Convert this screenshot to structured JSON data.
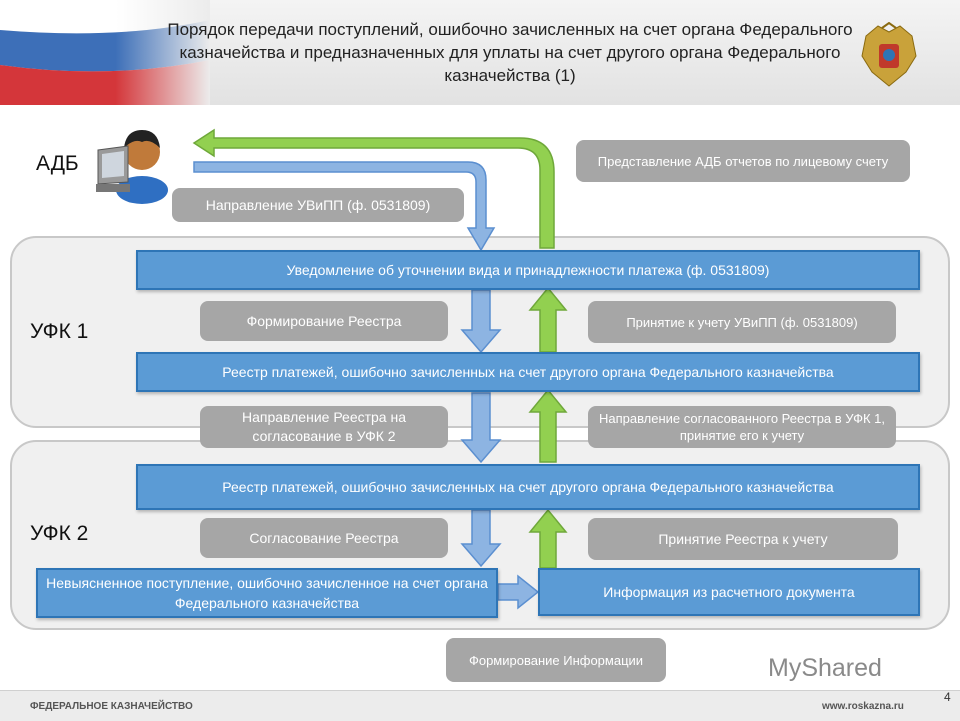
{
  "title": "Порядок передачи поступлений, ошибочно зачисленных на счет органа Федерального казначейства и предназначенных для уплаты на счет другого органа Федерального казначейства (1)",
  "actors": {
    "adb": "АДБ",
    "ufk1": "УФК 1",
    "ufk2": "УФК 2"
  },
  "boxes": {
    "uvipp_notice": "Уведомление об уточнении вида и принадлежности платежа (ф. 0531809)",
    "registry_ufk1": "Реестр платежей, ошибочно зачисленных на счет другого органа Федерального казначейства",
    "registry_ufk2": "Реестр платежей, ошибочно зачисленных на счет другого органа Федерального казначейства",
    "unclear_receipt": "Невыясненное поступление, ошибочно зачисленное на счет органа Федерального казначейства",
    "payment_doc_info": "Информация из расчетного документа"
  },
  "callouts": {
    "send_uvipp": "Направление УВиПП (ф. 0531809)",
    "adb_reports": "Представление АДБ отчетов по лицевому счету",
    "form_registry": "Формирование Реестра",
    "accept_uvipp": "Принятие к учету УВиПП (ф. 0531809)",
    "send_registry": "Направление Реестра на согласование в УФК 2",
    "send_agreed": "Направление согласованного Реестра в УФК 1, принятие его к учету",
    "agree_registry": "Согласование Реестра",
    "accept_registry": "Принятие Реестра к учету",
    "form_info": "Формирование Информации"
  },
  "footer": {
    "left": "ФЕДЕРАЛЬНОЕ КАЗНАЧЕЙСТВО",
    "site": "www.roskazna.ru",
    "page": "4",
    "watermark": "MyShared"
  },
  "colors": {
    "blue_box": "#5b9bd5",
    "blue_arrow": "#8db4e2",
    "green_arrow": "#92d050",
    "callout": "#a6a6a6"
  }
}
